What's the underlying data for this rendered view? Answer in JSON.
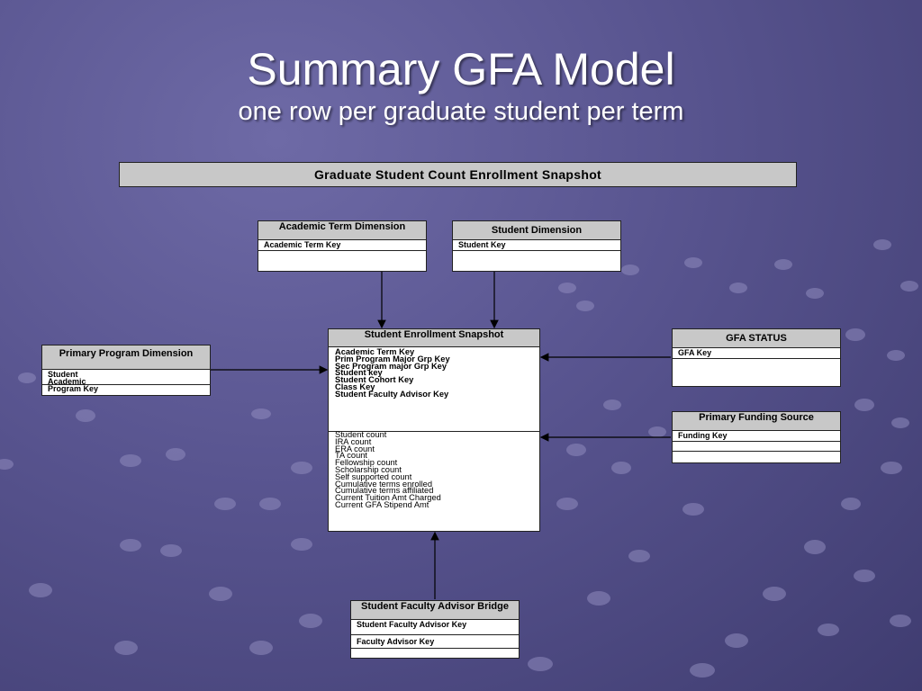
{
  "title": "Summary GFA Model",
  "subtitle": "one row per graduate student per term",
  "banner": "Graduate Student Count Enrollment Snapshot",
  "academic_term": {
    "header": "Academic Term Dimension",
    "key": "Academic Term Key"
  },
  "student_dim": {
    "header": "Student Dimension",
    "key": "Student Key"
  },
  "program_dim": {
    "header": "Primary Program Dimension",
    "key": "Student Academic Program Key"
  },
  "snapshot": {
    "header": "Student Enrollment Snapshot",
    "keys": [
      "Academic Term Key",
      "Prim Program Major Grp Key",
      "Sec Program major Grp Key",
      "Student key",
      "Student Cohort Key",
      "Class Key",
      "Student Faculty Advisor Key"
    ],
    "measures": [
      "Student count",
      "IRA count",
      "ERA count",
      "TA count",
      "Fellowship count",
      "Scholarship count",
      "Self supported count",
      "Cumulative terms enrolled",
      "Cumulative terms affiliated",
      "Current Tuition Amt Charged",
      "Current GFA Stipend Amt"
    ]
  },
  "gfa_status": {
    "header": "GFA STATUS",
    "key": "GFA Key"
  },
  "funding": {
    "header": "Primary Funding Source",
    "key": "Funding Key"
  },
  "advisor_bridge": {
    "header": "Student Faculty Advisor Bridge",
    "key1": "Student Faculty Advisor Key",
    "key2": "Faculty Advisor Key"
  }
}
